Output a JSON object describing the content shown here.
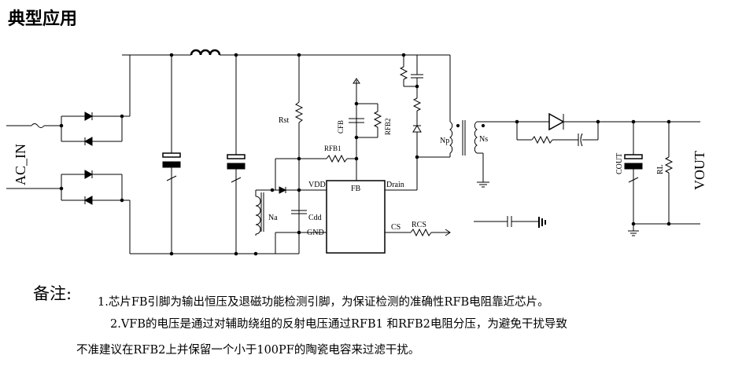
{
  "title": "典型应用",
  "labels": {
    "ac_in": "AC_IN",
    "rst": "Rst",
    "cfb": "CFB",
    "rfb2": "RFB2",
    "rfb1": "RFB1",
    "vdd": "VDD",
    "fb": "FB",
    "drain": "Drain",
    "cdd": "Cdd",
    "gnd": "GND",
    "cs": "CS",
    "rcs": "RCS",
    "na": "Na",
    "np": "Np",
    "ns": "Ns",
    "cout": "COUT",
    "rl": "RL",
    "vout": "VOUT"
  },
  "notes": {
    "heading": "备注:",
    "line1": "1.芯片FB引脚为输出恒压及退磁功能检测引脚，为保证检测的准确性RFB电阻靠近芯片。",
    "line2": "2.VFB的电压是通过对辅助绕组的反射电压通过RFB1 和RFB2电阻分压，为避免干扰导致",
    "line3": "不准建议在RFB2上并保留一个小于100PF的陶瓷电容来过滤干扰。"
  }
}
